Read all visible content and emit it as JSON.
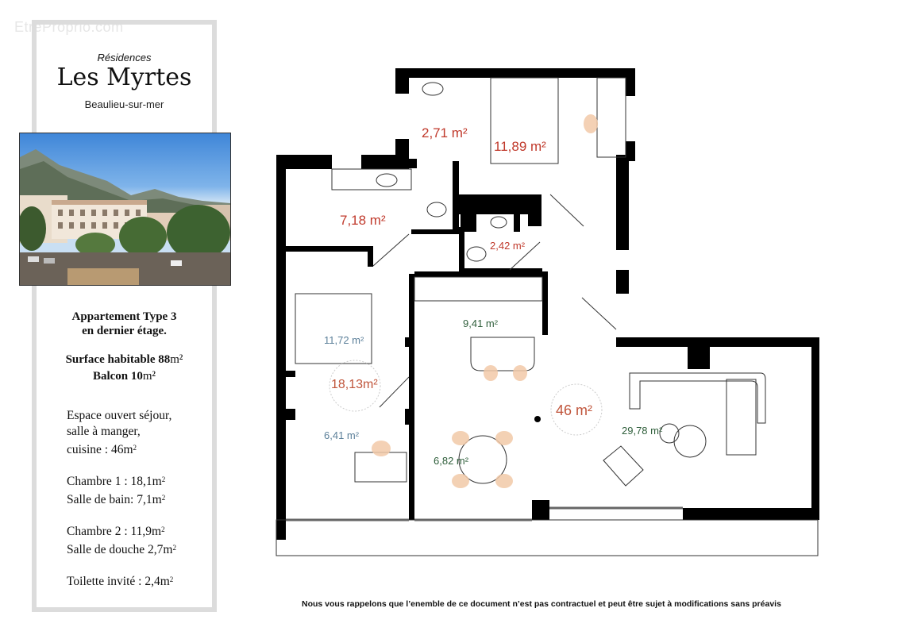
{
  "watermark": "EtreProprio.com",
  "header": {
    "residences": "Résidences",
    "title": "Les Myrtes",
    "city": "Beaulieu-sur-mer"
  },
  "summary": {
    "type_line1": "Appartement Type 3",
    "type_line2": "en dernier étage.",
    "surface_label": "Surface habitable 88",
    "balcon_label": "Balcon 10",
    "unit": "m",
    "unit_sup": "2"
  },
  "details": {
    "open_space_1": "Espace ouvert séjour,",
    "open_space_2": "salle à manger,",
    "open_space_3": "cuisine : 46",
    "chambre1": "Chambre 1 : 18,1",
    "salle_bain": "Salle de bain: 7,1",
    "chambre2": "Chambre 2 : 11,9",
    "salle_douche": "Salle de douche 2,7",
    "toilette": "Toilette invité : 2,4"
  },
  "plan": {
    "areas": {
      "douche": "2,71 m²",
      "chambre2": "11,89 m²",
      "bain": "7,18 m²",
      "wc": "2,42 m²",
      "chambre1_bed": "11,72 m²",
      "cuisine": "9,41 m²",
      "chambre1_total": "18,13m²",
      "sejour_total": "46 m²",
      "salon": "29,78 m²",
      "bureau": "6,41 m²",
      "salle_manger": "6,82 m²"
    },
    "colors": {
      "wall": "#000000",
      "area_red": "#c0392b",
      "area_blue": "#5b7f99",
      "area_green": "#2e5e3a",
      "chair": "#f2c9a8"
    }
  },
  "disclaimer": "Nous vous rappelons que l’enemble de ce document n’est pas contractuel et peut être sujet à modifications sans préavis"
}
